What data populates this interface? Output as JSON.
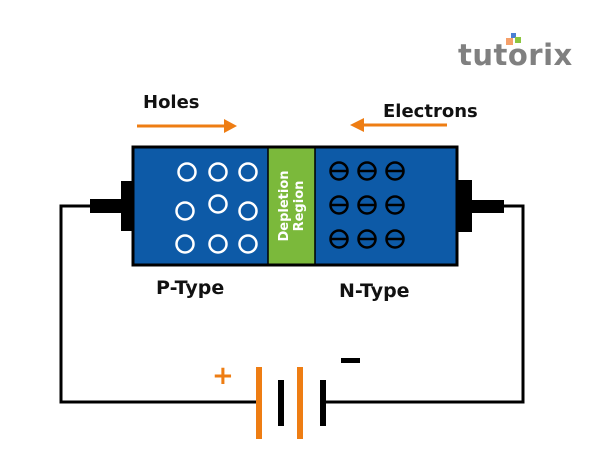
{
  "brand": {
    "logo_text": "tutorix",
    "dot_colors": [
      "#4a7fd4",
      "#f5a06a",
      "#8cc63f"
    ]
  },
  "labels": {
    "holes": "Holes",
    "electrons": "Electrons",
    "p_type": "P-Type",
    "n_type": "N-Type",
    "depletion_line1": "Depletion",
    "depletion_line2": "Region",
    "battery_positive": "+",
    "battery_negative": "–"
  },
  "colors": {
    "semiconductor_blue": "#0d5aa7",
    "depletion_green": "#7bb93b",
    "arrow_orange": "#ee7d13",
    "wire_black": "#000000",
    "hole_outline": "#ffffff"
  },
  "diagram": {
    "hole_count": 9,
    "electron_count": 9,
    "battery_cells": 2
  }
}
